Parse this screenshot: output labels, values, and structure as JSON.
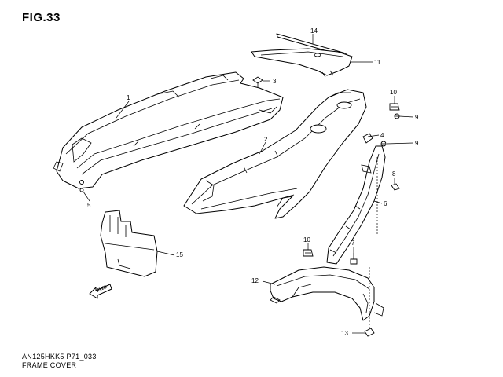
{
  "figure": {
    "title": "FIG.33",
    "code": "AN125HKK5 P71_033",
    "name": "FRAME COVER"
  },
  "callouts": {
    "c1": "1",
    "c2": "2",
    "c3": "3",
    "c4": "4",
    "c5": "5",
    "c6": "6",
    "c7": "7",
    "c8": "8",
    "c9a": "9",
    "c9b": "9",
    "c10a": "10",
    "c10b": "10",
    "c11": "11",
    "c12": "12",
    "c13": "13",
    "c14": "14",
    "c15": "15"
  },
  "fwd_label": "FWD"
}
